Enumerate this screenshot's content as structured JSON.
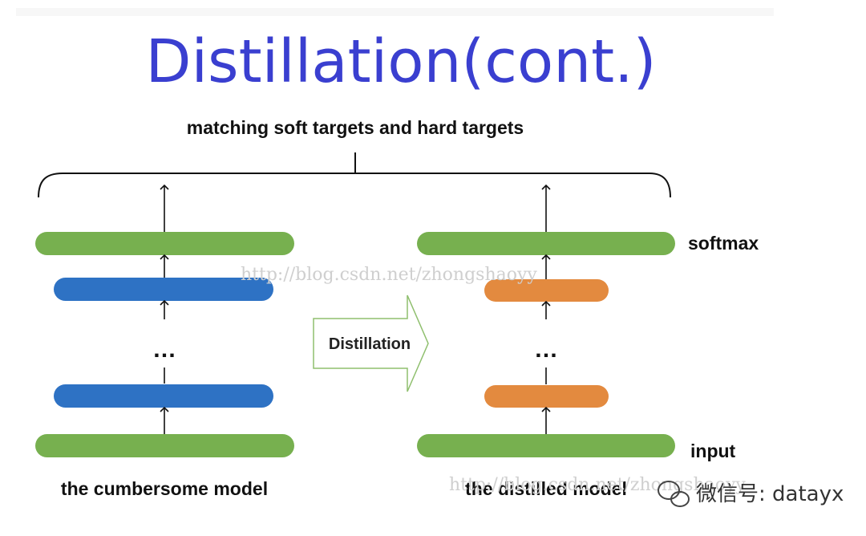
{
  "title": "Distillation(cont.)",
  "top_label": "matching soft targets and hard targets",
  "side_labels": {
    "softmax": "softmax",
    "input": "input"
  },
  "arrow_label": "Distillation",
  "left_model": {
    "caption": "the cumbersome model",
    "ellipsis": "…",
    "layers": [
      "green",
      "blue",
      "blue",
      "green"
    ]
  },
  "right_model": {
    "caption": "the distilled model",
    "ellipsis": "…",
    "layers": [
      "green",
      "orange",
      "orange",
      "green"
    ]
  },
  "colors": {
    "title": "#3a3fd0",
    "green": "#77b04f",
    "blue": "#2e72c4",
    "orange": "#e38a3f",
    "arrow_border": "#8fbf6e"
  },
  "watermarks": {
    "center": "http://blog.csdn.net/zhongshaoyy",
    "bottom": "http://blog.csdn.net/zhongshaoyy",
    "wechat": "微信号: datayx"
  }
}
